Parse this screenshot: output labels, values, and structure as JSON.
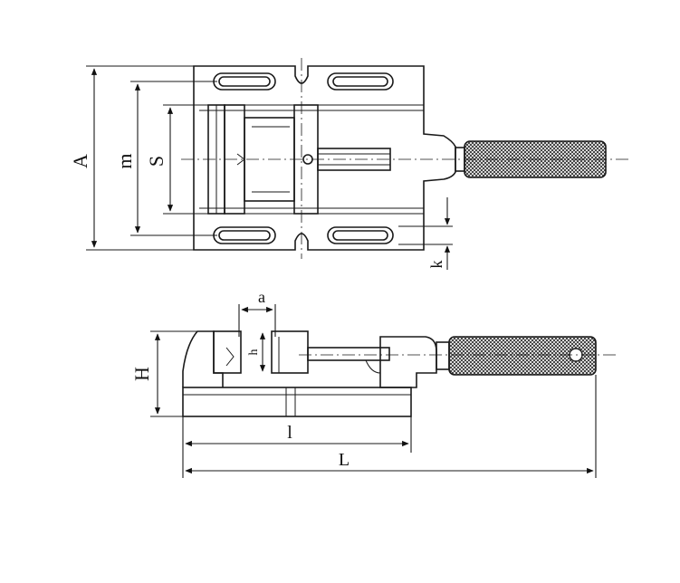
{
  "dimension_labels": {
    "A": "A",
    "m": "m",
    "S": "S",
    "k": "k",
    "a": "a",
    "h": "h",
    "H": "H",
    "l": "l",
    "L": "L"
  },
  "colors": {
    "line": "#1a1a1a",
    "background": "#ffffff"
  }
}
